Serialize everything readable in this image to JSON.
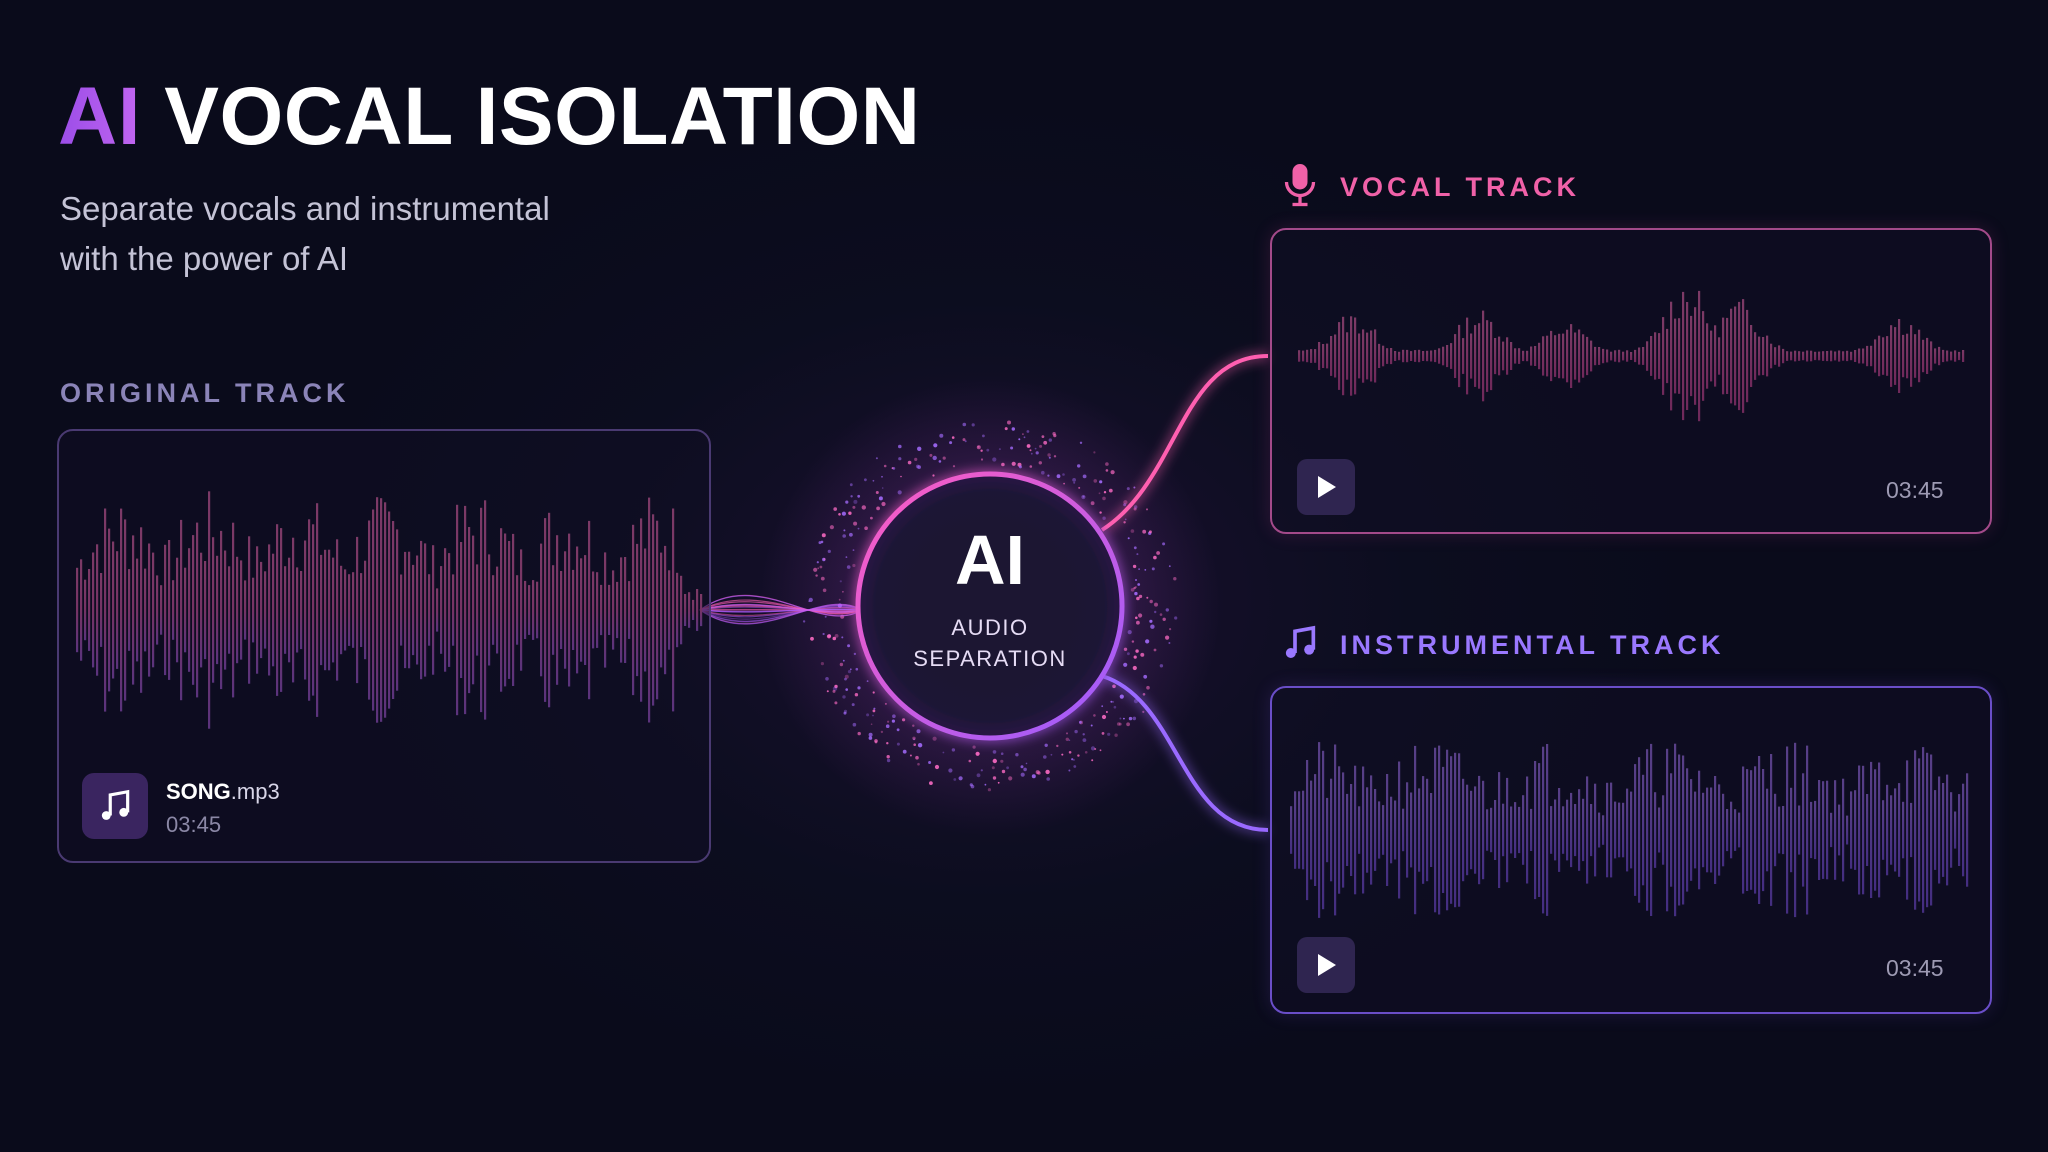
{
  "header": {
    "title_accent": "AI",
    "title_main": "VOCAL ISOLATION",
    "subtitle_lines": [
      "Separate vocals and instrumental",
      "with the power of AI"
    ]
  },
  "original": {
    "label": "ORIGINAL TRACK",
    "file_name": "SONG",
    "file_ext": ".mp3",
    "duration": "03:45",
    "icon": "music-note-icon"
  },
  "center": {
    "title": "AI",
    "subtitle_lines": [
      "AUDIO",
      "SEPARATION"
    ]
  },
  "vocal": {
    "label": "VOCAL TRACK",
    "icon": "microphone-icon",
    "duration": "03:45",
    "play_icon": "play-icon"
  },
  "instrumental": {
    "label": "INSTRUMENTAL TRACK",
    "icon": "music-note-icon",
    "duration": "03:45",
    "play_icon": "play-icon"
  },
  "colors": {
    "background": "#0b0c1d",
    "pink": "#ef5fae",
    "purple": "#9a6bff",
    "panel_border": "#4a3a72"
  }
}
